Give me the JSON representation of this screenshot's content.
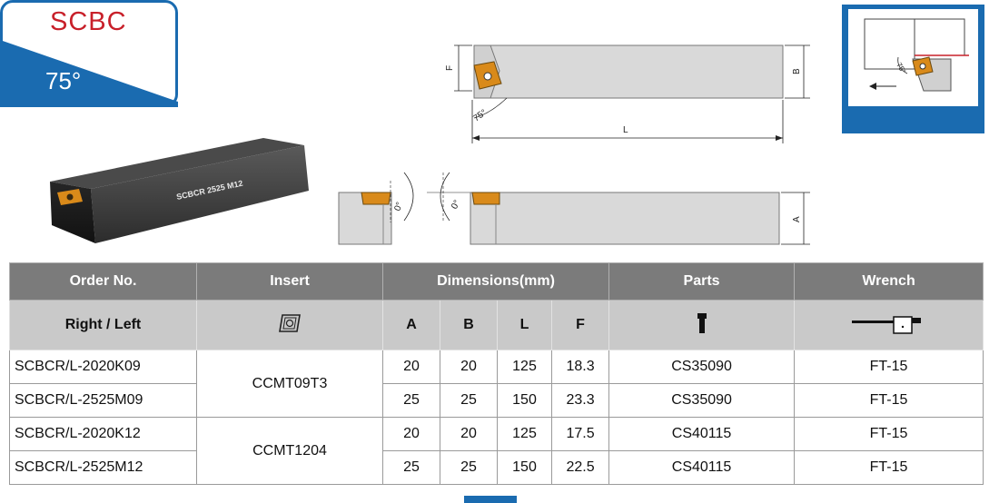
{
  "badge": {
    "code": "SCBC",
    "angle": "75°"
  },
  "product_marking": "SCBCR 2525 M12",
  "drawing": {
    "dims": {
      "F": "F",
      "B": "B",
      "L": "L",
      "A": "A"
    },
    "angle_top": "75°",
    "clearance_left": "0°",
    "clearance_right": "0°",
    "setup_angle": "75°"
  },
  "colors": {
    "brand_blue": "#1a6bb0",
    "red": "#c8202a",
    "insert_gold": "#d98a1a",
    "header_gray": "#7b7b7b",
    "subheader_gray": "#c9c9c9"
  },
  "table": {
    "headers": {
      "order": "Order No.",
      "insert": "Insert",
      "dimensions": "Dimensions(mm)",
      "parts": "Parts",
      "wrench": "Wrench"
    },
    "subheaders": {
      "order": "Right / Left",
      "A": "A",
      "B": "B",
      "L": "L",
      "F": "F"
    },
    "icons": {
      "insert": "rhombic-insert-icon",
      "parts": "screw-icon",
      "wrench": "torx-wrench-icon"
    },
    "rows": [
      {
        "order": "SCBCR/L-2020K09",
        "A": "20",
        "B": "20",
        "L": "125",
        "F": "18.3",
        "parts": "CS35090",
        "wrench": "FT-15"
      },
      {
        "order": "SCBCR/L-2525M09",
        "A": "25",
        "B": "25",
        "L": "150",
        "F": "23.3",
        "parts": "CS35090",
        "wrench": "FT-15"
      },
      {
        "order": "SCBCR/L-2020K12",
        "A": "20",
        "B": "20",
        "L": "125",
        "F": "17.5",
        "parts": "CS40115",
        "wrench": "FT-15"
      },
      {
        "order": "SCBCR/L-2525M12",
        "A": "25",
        "B": "25",
        "L": "150",
        "F": "22.5",
        "parts": "CS40115",
        "wrench": "FT-15"
      }
    ],
    "insert_groups": [
      "CCMT09T3",
      "CCMT1204"
    ]
  }
}
